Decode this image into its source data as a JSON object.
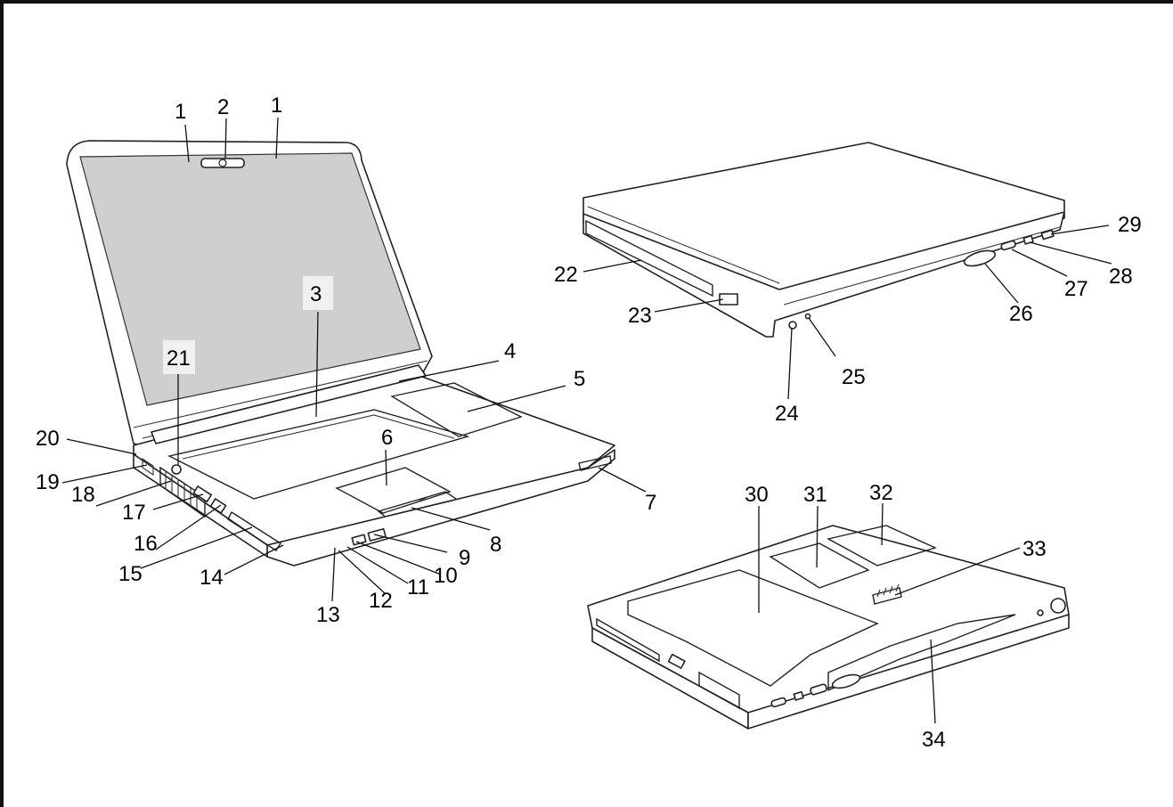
{
  "diagram": {
    "labels": [
      "1",
      "2",
      "1",
      "3",
      "4",
      "5",
      "6",
      "7",
      "8",
      "9",
      "10",
      "11",
      "12",
      "13",
      "14",
      "15",
      "16",
      "17",
      "18",
      "19",
      "20",
      "21",
      "22",
      "23",
      "24",
      "25",
      "26",
      "27",
      "28",
      "29",
      "30",
      "31",
      "32",
      "33",
      "34"
    ]
  }
}
